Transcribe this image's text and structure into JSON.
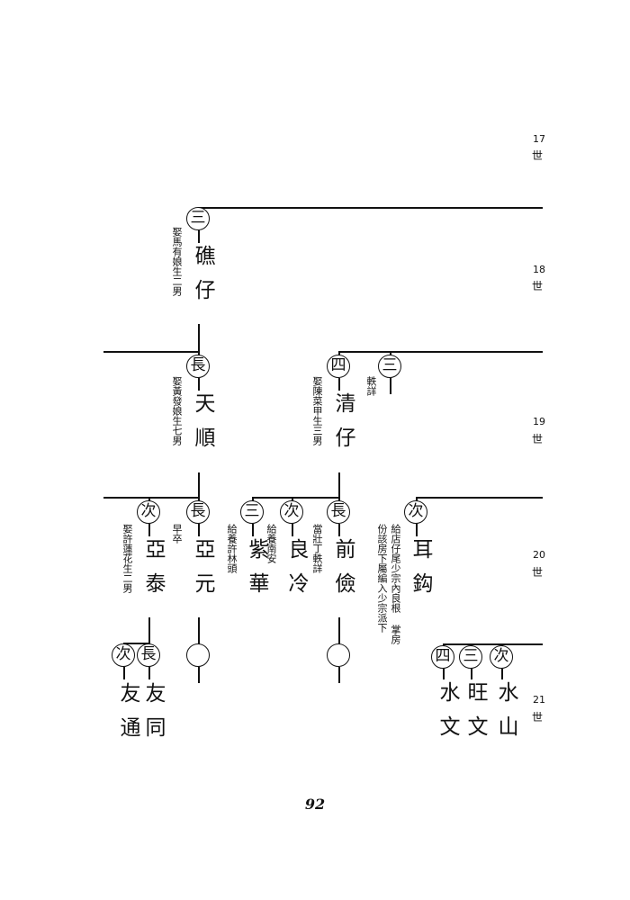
{
  "generations": [
    {
      "num": "17",
      "label": "世"
    },
    {
      "num": "18",
      "label": "世"
    },
    {
      "num": "19",
      "label": "世"
    },
    {
      "num": "20",
      "label": "世"
    },
    {
      "num": "21",
      "label": "世"
    }
  ],
  "gen18": {
    "jiao": {
      "order": "三",
      "name": "礁仔",
      "note": "娶馬有娘生二男"
    }
  },
  "gen19": {
    "tianshun": {
      "order": "長",
      "name": "天順",
      "note": "娶黃發娘生七男"
    },
    "qingzai": {
      "order": "四",
      "name": "清仔",
      "note": "娶陳菜甲生三男"
    },
    "third": {
      "order": "三",
      "note": "軼詳"
    }
  },
  "gen20": {
    "yatai": {
      "order": "次",
      "name": "亞泰",
      "note": "娶許蓮花生二男"
    },
    "yayuan": {
      "order": "長",
      "name": "亞元",
      "note": "早卒"
    },
    "zihua": {
      "order": "三",
      "name": "紫華",
      "note": "給養許林頭"
    },
    "lengleng": {
      "order": "次",
      "name": "良冷",
      "note": "給養南安"
    },
    "qianjian": {
      "order": "長",
      "name": "前儉",
      "note": "當壯丁軼詳"
    },
    "erjun": {
      "order": "次",
      "name": "耳鈎",
      "note_a": "給店仔尾少宗內良根  掌房",
      "note_b": "份該房下屬編入少宗派下"
    }
  },
  "gen21": {
    "youtong": {
      "order": "次",
      "name": "友通"
    },
    "youtong_b": {
      "order": "長",
      "name": "友同"
    },
    "shuiwen": {
      "order": "四",
      "name": "水文"
    },
    "wangwen": {
      "order": "三",
      "name": "旺文"
    },
    "shuishan": {
      "order": "次",
      "name": "水山"
    }
  },
  "page_number": "92"
}
